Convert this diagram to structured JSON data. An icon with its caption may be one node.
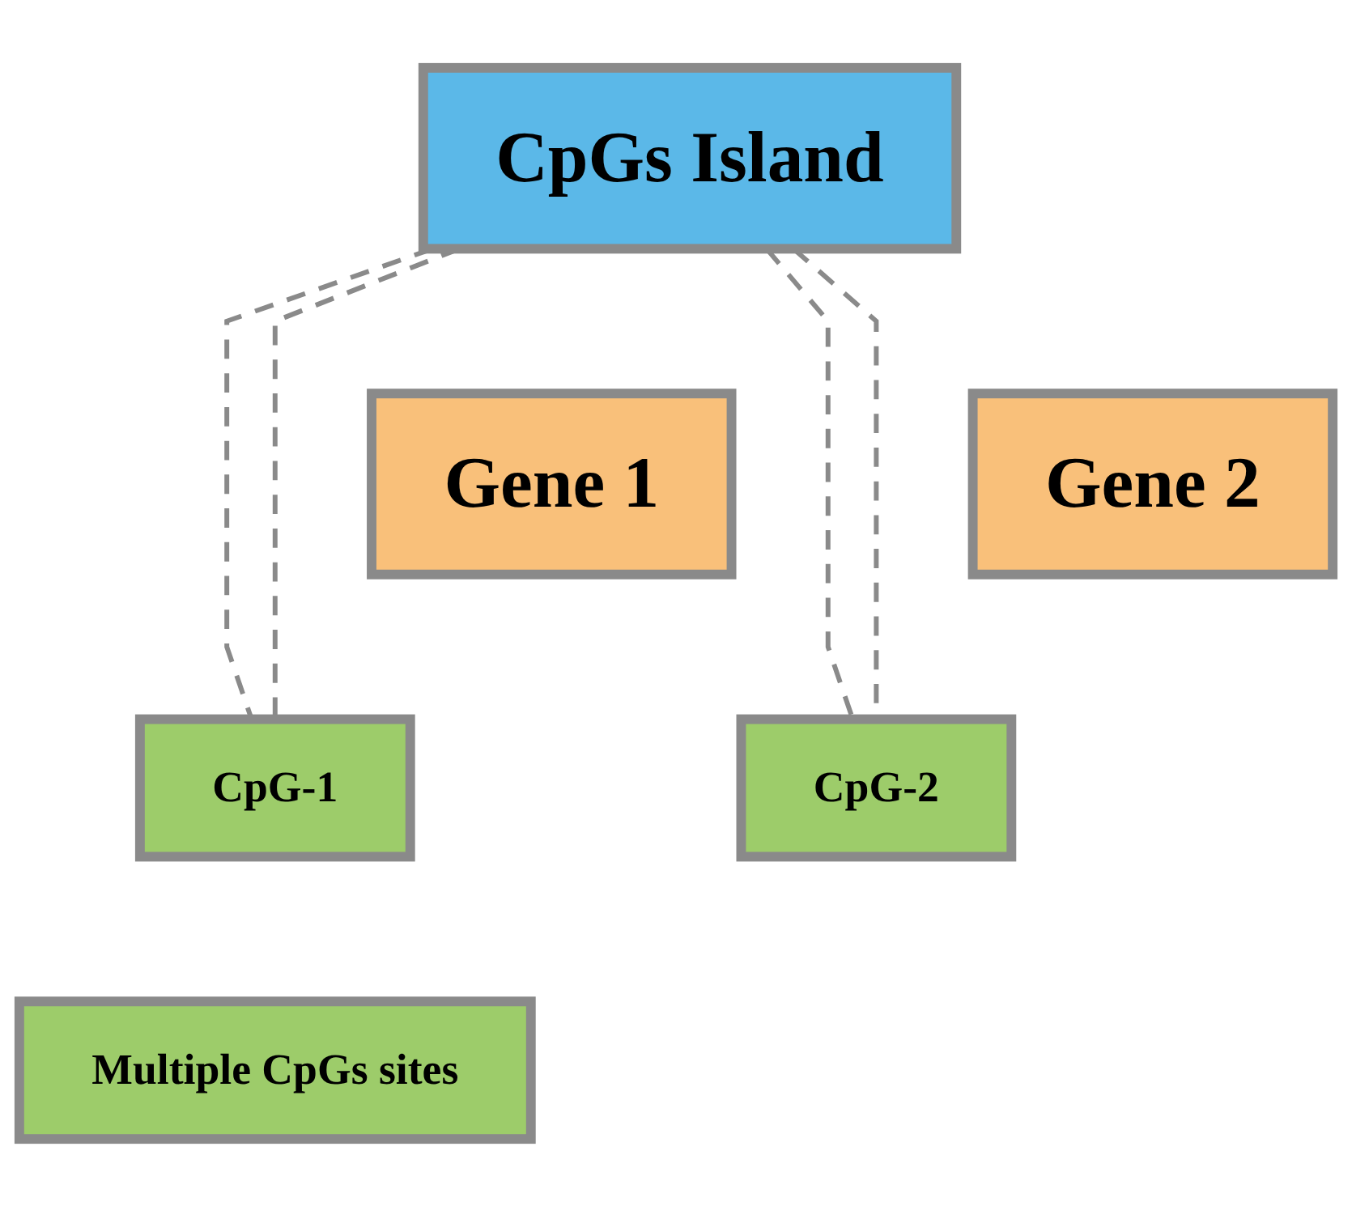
{
  "diagram": {
    "nodes": [
      {
        "text": [
          "CpGs Island"
        ]
      },
      {
        "text": [
          "Gene 1"
        ]
      },
      {
        "text": [
          "Gene 2"
        ]
      },
      {
        "text": [
          "CpG-1"
        ]
      },
      {
        "text": [
          "CpG-2"
        ]
      },
      {
        "text": [
          "Multiple CpGs sites"
        ]
      }
    ],
    "edges": [
      {
        "from": 0,
        "to": 3,
        "arrow": "none",
        "style": "dashed"
      },
      {
        "from": 0,
        "to": 3,
        "arrow": "none",
        "style": "dashed"
      },
      {
        "from": 0,
        "to": 4,
        "arrow": "none",
        "style": "dashed"
      },
      {
        "from": 0,
        "to": 4,
        "arrow": "none",
        "style": "dashed"
      }
    ]
  }
}
